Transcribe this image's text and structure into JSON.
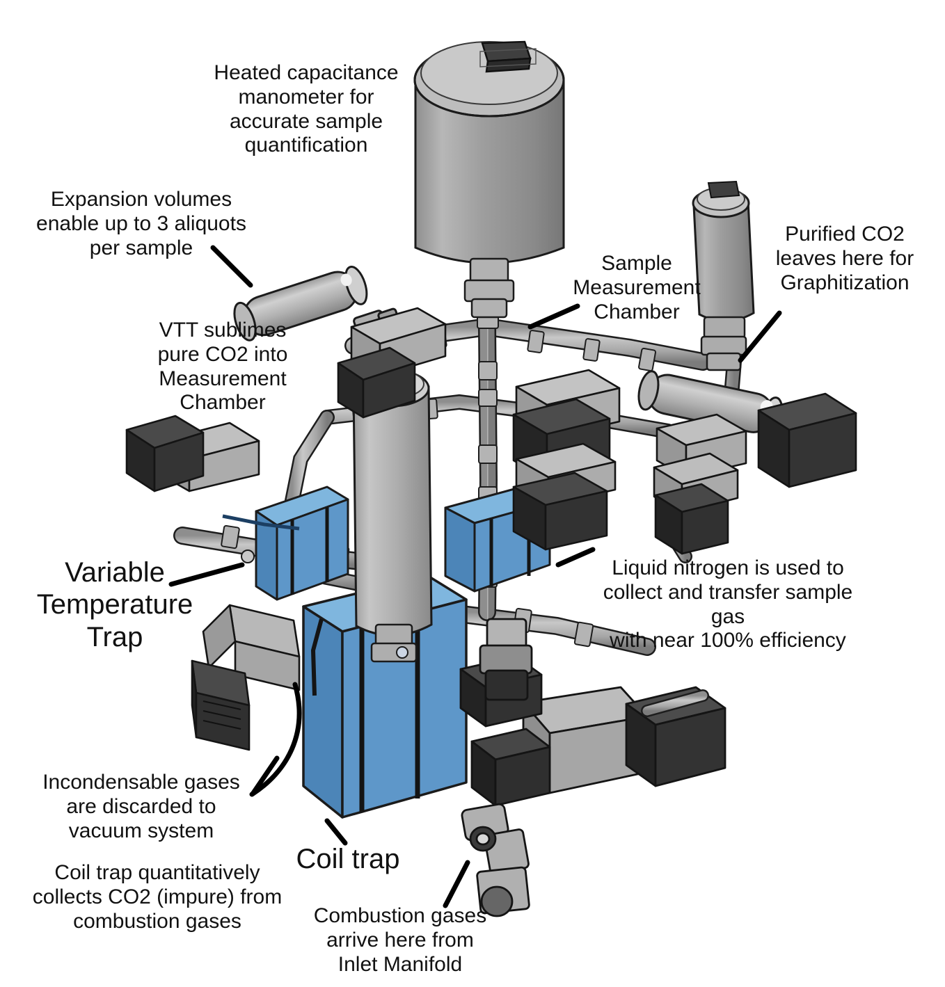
{
  "figure": {
    "title": "Carbonate / CO2 purification vacuum line schematic",
    "type": "3d-cad-annotated-diagram",
    "background_color": "#ffffff"
  },
  "colors": {
    "dewar_blue_top": "#7FB6DE",
    "dewar_blue_front": "#5E97C9",
    "dewar_blue_side": "#4C85B8",
    "metal_light": "#D2D2D2",
    "metal_mid": "#A9A9A9",
    "metal_dark": "#8C8C8C",
    "actuator_black": "#3A3A3A",
    "actuator_black_dark": "#262626",
    "outline": "#1a1a1a",
    "leader_line": "#000000",
    "text": "#111111"
  },
  "annotations": [
    {
      "id": "manometer",
      "name": "heated-capacitance-manometer",
      "text": "Heated capacitance\nmanometer for\naccurate sample\nquantification",
      "size": "small"
    },
    {
      "id": "expansion",
      "name": "expansion-volumes",
      "text": "Expansion volumes\nenable up to 3 aliquots\nper sample",
      "size": "small"
    },
    {
      "id": "vtt",
      "name": "vtt-sublimes",
      "text": "VTT sublimes\npure CO2 into\nMeasurement\nChamber",
      "size": "small"
    },
    {
      "id": "sample_chamber",
      "name": "sample-measurement-chamber",
      "text": "Sample\nMeasurement\nChamber",
      "size": "small"
    },
    {
      "id": "purified",
      "name": "purified-co2-outlet",
      "text": "Purified CO2\nleaves here for\nGraphitization",
      "size": "small"
    },
    {
      "id": "ln2",
      "name": "liquid-nitrogen-note",
      "text": "Liquid nitrogen is used to\ncollect and transfer sample gas\nwith near 100% efficiency",
      "size": "small"
    },
    {
      "id": "vtt_label",
      "name": "variable-temperature-trap-label",
      "text": "Variable\nTemperature\nTrap",
      "size": "big"
    },
    {
      "id": "incondensable",
      "name": "incondensable-gases-note",
      "text": "Incondensable gases\nare discarded to\nvacuum system",
      "size": "small"
    },
    {
      "id": "coil_note",
      "name": "coil-trap-note",
      "text": "Coil trap quantitatively\ncollects CO2 (impure) from\ncombustion gases",
      "size": "small"
    },
    {
      "id": "coil_label",
      "name": "coil-trap-label",
      "text": "Coil trap",
      "size": "big"
    },
    {
      "id": "combustion",
      "name": "combustion-gases-inlet-note",
      "text": "Combustion gases\narrive here from\nInlet Manifold",
      "size": "small"
    }
  ],
  "components": [
    {
      "name": "heated-capacitance-manometer-body",
      "shape": "cylinder",
      "color": "#A9A9A9"
    },
    {
      "name": "manometer-top-connector",
      "shape": "box",
      "color": "#3A3A3A"
    },
    {
      "name": "sample-measurement-chamber-cylinder",
      "shape": "cylinder",
      "color": "#BFBFBF"
    },
    {
      "name": "purified-co2-outlet-cylinder",
      "shape": "cylinder",
      "color": "#A9A9A9"
    },
    {
      "name": "expansion-volume-left",
      "shape": "capsule",
      "color": "#BCBCBC"
    },
    {
      "name": "expansion-volume-right",
      "shape": "capsule",
      "color": "#BCBCBC"
    },
    {
      "name": "coil-trap-dewar",
      "shape": "box",
      "color": "#5E97C9"
    },
    {
      "name": "vtt-dewar-left",
      "shape": "box",
      "color": "#5E97C9"
    },
    {
      "name": "ln2-dewar-right",
      "shape": "box",
      "color": "#5E97C9"
    },
    {
      "name": "pneumatic-valve-actuator",
      "shape": "box",
      "color": "#3A3A3A"
    },
    {
      "name": "manifold-tubing",
      "shape": "tube",
      "color": "#A9A9A9"
    },
    {
      "name": "inlet-manifold-block",
      "shape": "assembly",
      "color": "#9A9A9A"
    }
  ]
}
